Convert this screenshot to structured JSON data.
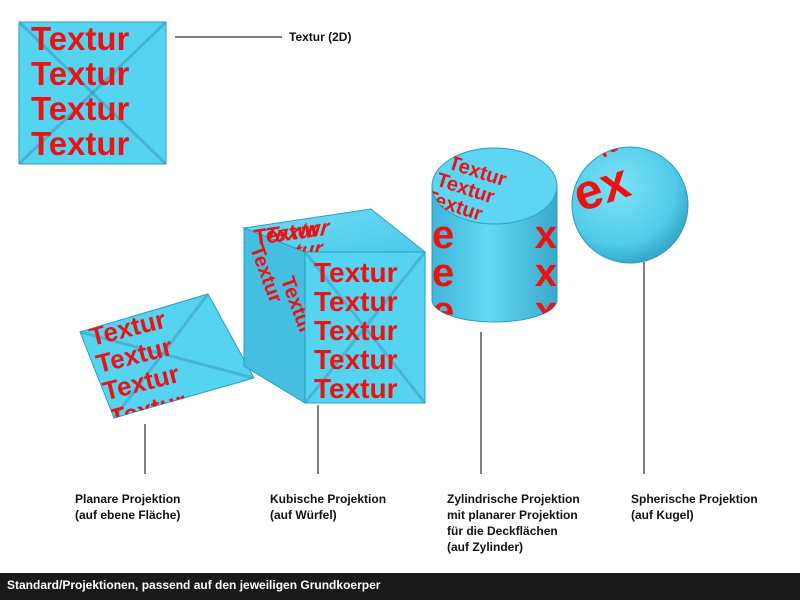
{
  "texture_word": "Textur",
  "texture_letters": "ex",
  "labels": {
    "texture_2d": "Textur (2D)",
    "planar": [
      "Planare Projektion",
      "(auf ebene Fläche)"
    ],
    "cubic": [
      "Kubische Projektion",
      "(auf Würfel)"
    ],
    "cylindrical": [
      "Zylindrische Projektion",
      "mit planarer Projektion",
      "für die Deckflächen",
      "(auf Zylinder)"
    ],
    "spherical": [
      "Spherische Projektion",
      "(auf Kugel)"
    ]
  },
  "footer": "Standard/Projektionen, passend auf den jeweiligen Grundkoerper",
  "colors": {
    "surface": "#55d4f2",
    "text": "#ee1111",
    "footer_bg": "#1a1a1a"
  }
}
